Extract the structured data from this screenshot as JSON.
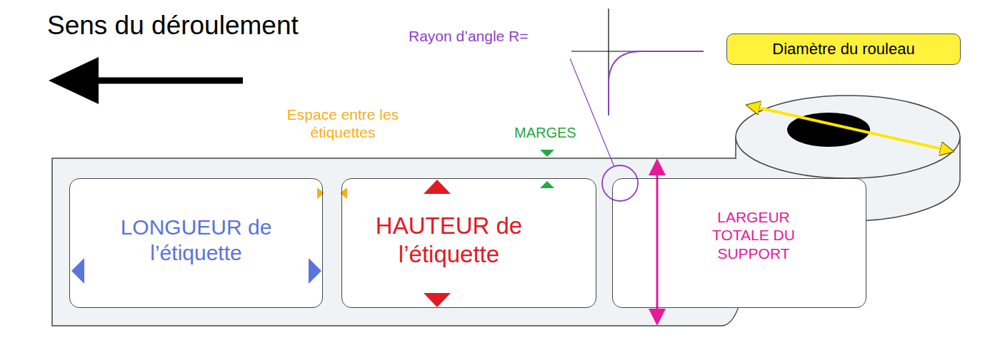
{
  "diagram": {
    "nodes": [
      {
        "text": [
          "LONGUEUR de l’étiquette"
        ]
      },
      {
        "text": [
          "HAUTEUR de l’étiquette"
        ]
      },
      {
        "text": [
          "LARGEUR TOTALE DU SUPPORT"
        ]
      },
      {
        "text": [
          "Diamètre du rouleau"
        ]
      }
    ],
    "labels": [
      "Sens du déroulement",
      "Rayon d’angle R=",
      "Espace entre les étiquettes",
      "MARGES"
    ]
  }
}
